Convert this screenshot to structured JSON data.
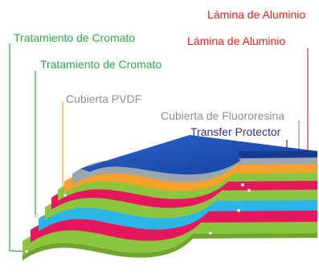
{
  "labels": {
    "aluminio_1": "Lámina de Aluminio",
    "aluminio_2": "Lámina de Aluminio",
    "cromato_1": "Tratamiento de Cromato",
    "cromato_2": "Tratamiento de Cromato",
    "pvdf": "Cubierta PVDF",
    "fluororesina": "Cubierta de Fluororesina",
    "transfer": "Transfer Protector"
  },
  "colors": {
    "aluminio": "#e2231a",
    "cromato": "#2bab48",
    "pvdf": "#f5a12c",
    "fluororesina": "#8f8f8f",
    "transfer": "#2e3192",
    "layer_green": "#8cc63f",
    "layer_magenta": "#e6175c",
    "layer_cyan": "#2bb5e6",
    "layer_orange": "#f5a12c",
    "layer_gray": "#9aa7b0",
    "layer_blue": "#1f4fb5"
  }
}
